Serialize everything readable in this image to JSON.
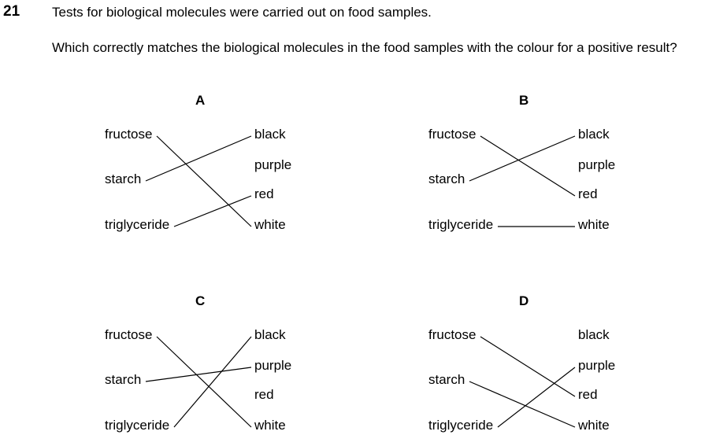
{
  "question": {
    "number": "21",
    "stem": "Tests for biological molecules were carried out on food samples.",
    "prompt": "Which correctly matches the biological molecules in the food samples with the colour for a positive result?"
  },
  "molecules": [
    "fructose",
    "starch",
    "triglyceride"
  ],
  "colours": [
    "black",
    "purple",
    "red",
    "white"
  ],
  "options": [
    {
      "letter": "A",
      "matches": [
        {
          "molecule": "fructose",
          "colour": "white"
        },
        {
          "molecule": "starch",
          "colour": "black"
        },
        {
          "molecule": "triglyceride",
          "colour": "red"
        }
      ]
    },
    {
      "letter": "B",
      "matches": [
        {
          "molecule": "fructose",
          "colour": "red"
        },
        {
          "molecule": "starch",
          "colour": "black"
        },
        {
          "molecule": "triglyceride",
          "colour": "white"
        }
      ]
    },
    {
      "letter": "C",
      "matches": [
        {
          "molecule": "fructose",
          "colour": "white"
        },
        {
          "molecule": "starch",
          "colour": "purple"
        },
        {
          "molecule": "triglyceride",
          "colour": "black"
        }
      ]
    },
    {
      "letter": "D",
      "matches": [
        {
          "molecule": "fructose",
          "colour": "red"
        },
        {
          "molecule": "starch",
          "colour": "white"
        },
        {
          "molecule": "triglyceride",
          "colour": "purple"
        }
      ]
    }
  ]
}
